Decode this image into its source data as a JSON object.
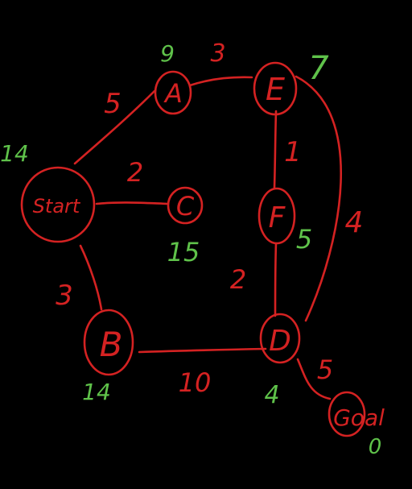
{
  "colors": {
    "background": "#000000",
    "edge": "#d42222",
    "node": "#d42222",
    "heuristic": "#5fc24a"
  },
  "nodes": [
    {
      "id": "start",
      "label": "Start",
      "heuristic": "14"
    },
    {
      "id": "A",
      "label": "A",
      "heuristic": "9"
    },
    {
      "id": "E",
      "label": "E",
      "heuristic": "7"
    },
    {
      "id": "C",
      "label": "C",
      "heuristic": "15"
    },
    {
      "id": "F",
      "label": "F",
      "heuristic": "5"
    },
    {
      "id": "B",
      "label": "B",
      "heuristic": "14"
    },
    {
      "id": "D",
      "label": "D",
      "heuristic": "4"
    },
    {
      "id": "goal",
      "label": "Goal",
      "heuristic": "0"
    }
  ],
  "edges": [
    {
      "from": "start",
      "to": "A",
      "weight": "5"
    },
    {
      "from": "start",
      "to": "C",
      "weight": "2"
    },
    {
      "from": "start",
      "to": "B",
      "weight": "3"
    },
    {
      "from": "A",
      "to": "E",
      "weight": "3"
    },
    {
      "from": "E",
      "to": "F",
      "weight": "1"
    },
    {
      "from": "E",
      "to": "D",
      "weight": "4"
    },
    {
      "from": "F",
      "to": "D",
      "weight": "2"
    },
    {
      "from": "B",
      "to": "D",
      "weight": "10"
    },
    {
      "from": "D",
      "to": "goal",
      "weight": "5"
    }
  ]
}
